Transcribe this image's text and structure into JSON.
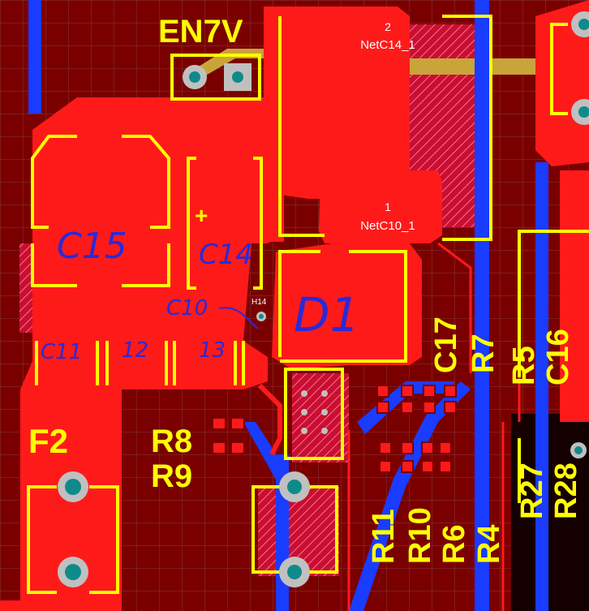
{
  "colors": {
    "background": "#7a0000",
    "copper_top": "#ff1a1a",
    "copper_bottom": "#1a3cff",
    "silkscreen": "#ffff00",
    "pad": "#c0c0c0",
    "drill": "#0f8a8a",
    "mechanical": "#c9a43a",
    "annotation": "#2a2ad8"
  },
  "designators": {
    "en7v": "EN7V",
    "f2": "F2",
    "r8": "R8",
    "r9": "R9",
    "c17": "C17",
    "r7": "R7",
    "r5": "R5",
    "c16": "C16",
    "r11": "R11",
    "r10": "R10",
    "r6": "R6",
    "r4": "R4",
    "r27": "R27",
    "r28": "R28",
    "h14": "H14"
  },
  "pads": {
    "pad2_number": "2",
    "pad2_net": "NetC14_1",
    "pad1_number": "1",
    "pad1_net": "NetC10_1"
  },
  "annotations": {
    "c15": "C15",
    "c14": "C14",
    "c10": "C10",
    "d1": "D1",
    "c11": "C11",
    "c12": "12",
    "c13": "13"
  }
}
